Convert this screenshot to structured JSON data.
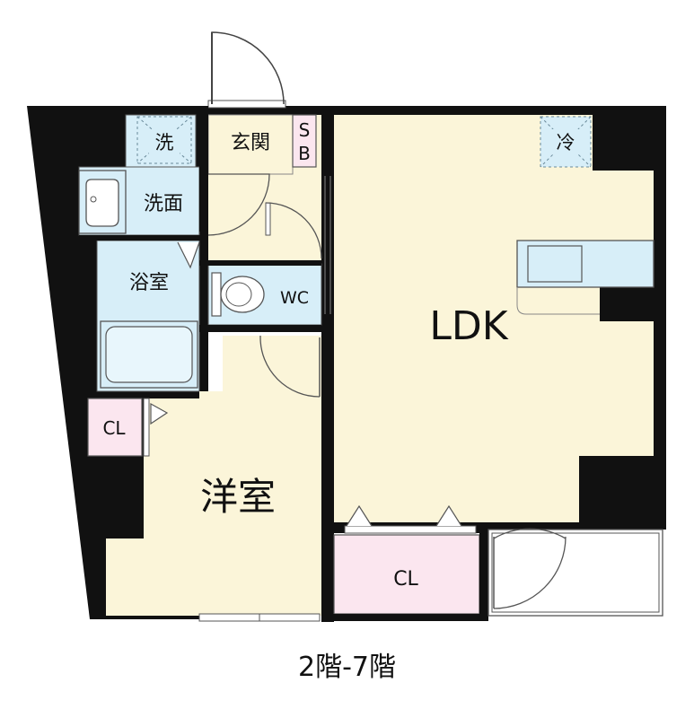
{
  "rooms": {
    "ldk": "LDK",
    "western_room": "洋室",
    "bath": "浴室",
    "washroom": "洗面",
    "entrance": "玄関",
    "toilet": "WC",
    "closet_western": "CL",
    "closet_ldk": "CL"
  },
  "symbols": {
    "washer": "洗",
    "fridge": "冷",
    "shoebox_top": "S",
    "shoebox_bottom": "B"
  },
  "caption": "2階-7階",
  "colors": {
    "wall": "#111111",
    "floor": "#fbf5d9",
    "wet_area": "#d7eef8",
    "closet": "#fbe6ef",
    "outline": "#555555"
  }
}
